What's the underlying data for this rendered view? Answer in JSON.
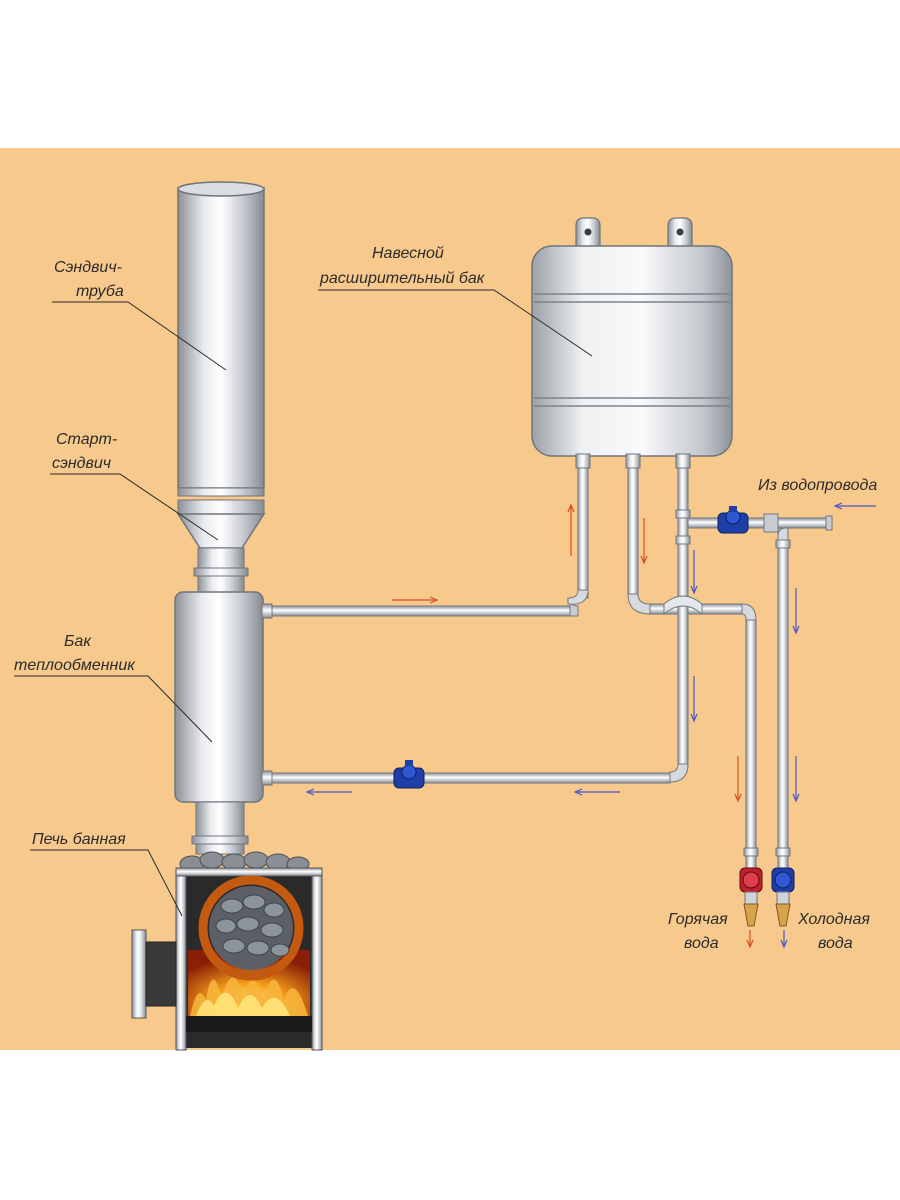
{
  "colors": {
    "background": "#f7c98c",
    "metal_light": "#f2f3f5",
    "metal_mid": "#c8ccd2",
    "metal_dark": "#8c9198",
    "hot_arrow": "#d9501e",
    "cold_arrow": "#4a56c8",
    "valve_blue": "#1f3fa8",
    "valve_red": "#c0202e",
    "fire": "#f29a1c"
  },
  "labels": {
    "sandwich_pipe": {
      "line1": "Сэндвич-",
      "line2": "труба"
    },
    "start_sandwich": {
      "line1": "Старт-",
      "line2": "сэндвич"
    },
    "heat_exchanger": {
      "line1": "Бак",
      "line2": "теплообменник"
    },
    "stove": {
      "line1": "Печь банная"
    },
    "expansion_tank": {
      "line1": "Навесной",
      "line2": "расширительный бак"
    },
    "water_supply": {
      "line1": "Из водопровода"
    },
    "hot_water": {
      "line1": "Горячая",
      "line2": "вода"
    },
    "cold_water": {
      "line1": "Холодная",
      "line2": "вода"
    }
  }
}
